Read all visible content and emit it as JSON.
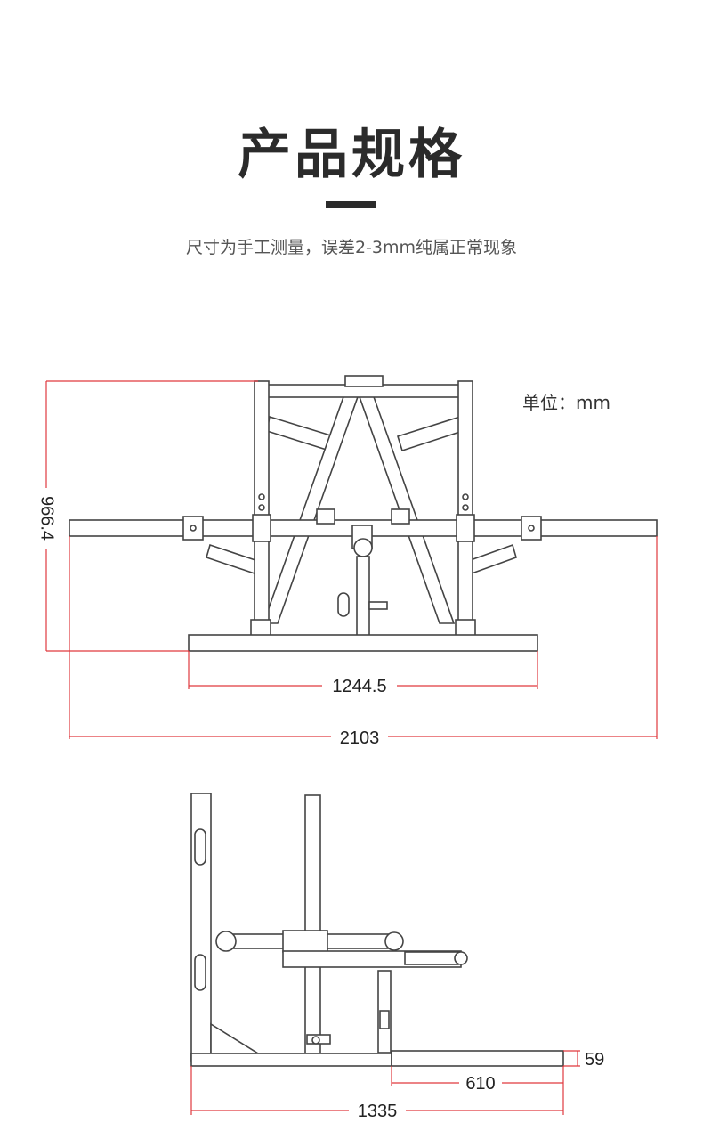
{
  "header": {
    "title": "产品规格",
    "subtitle": "尺寸为手工测量，误差2-3mm纯属正常现象"
  },
  "units": {
    "label": "单位：mm"
  },
  "colors": {
    "dimension_line": "#e0393e",
    "drawing_line": "#444444",
    "title": "#2b2b2b"
  },
  "front_view": {
    "height_dim": "966.4",
    "base_width_dim": "1244.5",
    "overall_width_dim": "2103"
  },
  "side_view": {
    "platform_height_dim": "59",
    "platform_depth_dim": "610",
    "overall_depth_dim": "1335"
  }
}
